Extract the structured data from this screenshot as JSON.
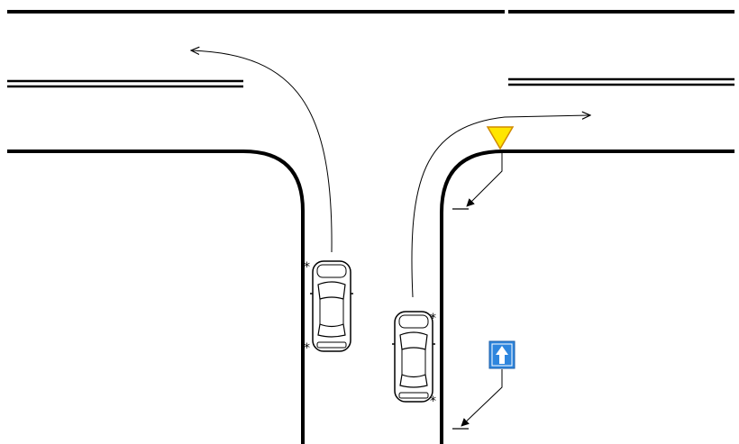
{
  "scene": {
    "type": "traffic-diagram",
    "description_visible_text": [],
    "signs": [
      {
        "name": "yield-sign",
        "shape": "inverted-triangle",
        "fill": "#FFE600",
        "stroke": "#D08A00"
      },
      {
        "name": "one-way-sign",
        "shape": "square",
        "fill": "#2E86DE",
        "arrow": "up",
        "arrow_color": "#FFFFFF"
      }
    ],
    "vehicles": [
      {
        "name": "car-left",
        "maneuver": "left-turn",
        "markers": 2
      },
      {
        "name": "car-right",
        "maneuver": "right-turn",
        "markers": 2
      }
    ],
    "colors": {
      "road_line": "#000000",
      "background": "#FFFFFF",
      "path_line": "#000000",
      "marker": "#000000"
    }
  }
}
